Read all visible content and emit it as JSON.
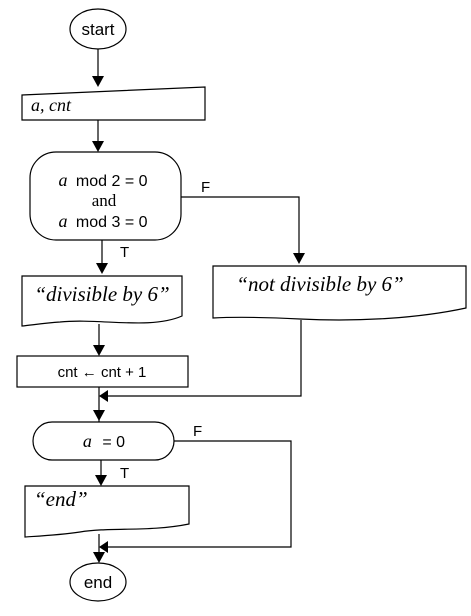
{
  "flowchart": {
    "start_label": "start",
    "input_text": "a, cnt",
    "cond1": {
      "line1_var": "a",
      "line1_expr": "mod 2 = 0",
      "line2": "and",
      "line3_var": "a",
      "line3_expr": "mod 3 = 0"
    },
    "cond1_true_label": "T",
    "cond1_false_label": "F",
    "output_divisible": "“divisible by 6”",
    "output_not_divisible": "“not divisible by 6”",
    "process_increment": "cnt ← cnt + 1",
    "cond2": {
      "var": "a",
      "expr": "= 0"
    },
    "cond2_true_label": "T",
    "cond2_false_label": "F",
    "output_end": "“end”",
    "end_label": "end"
  }
}
